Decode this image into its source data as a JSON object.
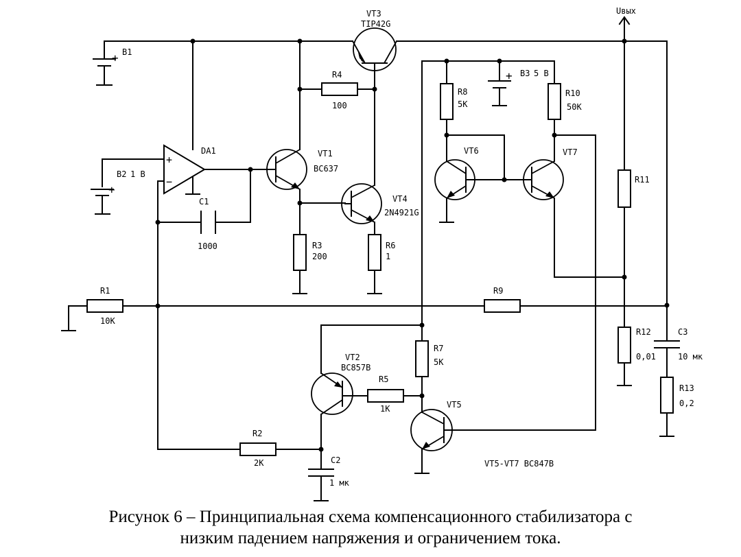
{
  "components": {
    "vt3": {
      "ref": "VT3",
      "value": "TIP42G"
    },
    "vt1": {
      "ref": "VT1",
      "value": "BC637"
    },
    "vt4": {
      "ref": "VT4",
      "value": "2N4921G"
    },
    "vt2": {
      "ref": "VT2",
      "value": "BC857B"
    },
    "vt5": {
      "ref": "VT5"
    },
    "vt6": {
      "ref": "VT6"
    },
    "vt7": {
      "ref": "VT7"
    },
    "da1": {
      "ref": "DA1"
    },
    "b1": {
      "ref": "B1"
    },
    "b2": {
      "ref": "B2",
      "value": "1 В"
    },
    "b3": {
      "ref": "B3",
      "value": "5 В"
    },
    "r1": {
      "ref": "R1",
      "value": "10K"
    },
    "r2": {
      "ref": "R2",
      "value": "2K"
    },
    "r3": {
      "ref": "R3",
      "value": "200"
    },
    "r4": {
      "ref": "R4",
      "value": "100"
    },
    "r5": {
      "ref": "R5",
      "value": "1K"
    },
    "r6": {
      "ref": "R6",
      "value": "1"
    },
    "r7": {
      "ref": "R7",
      "value": "5K"
    },
    "r8": {
      "ref": "R8",
      "value": "5K"
    },
    "r9": {
      "ref": "R9"
    },
    "r10": {
      "ref": "R10",
      "value": "50K"
    },
    "r11": {
      "ref": "R11"
    },
    "r12": {
      "ref": "R12",
      "value": "0,01"
    },
    "r13": {
      "ref": "R13",
      "value": "0,2"
    },
    "c1": {
      "ref": "C1",
      "value": "1000"
    },
    "c2": {
      "ref": "C2",
      "value": "1 мк"
    },
    "c3": {
      "ref": "C3",
      "value": "10 мк"
    }
  },
  "output_label": "Uвых",
  "opamp_plus": "+",
  "opamp_minus": "−",
  "battery_plus": "+",
  "note": "VT5-VT7 BC847B",
  "caption": {
    "line1": "Рисунок 6 – Принципиальная схема компенсационного стабилизатора с",
    "line2": "низким падением напряжения и ограничением тока."
  }
}
